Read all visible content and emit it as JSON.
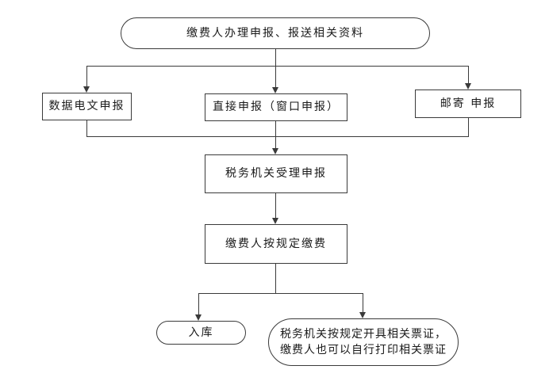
{
  "flowchart": {
    "start": "缴费人办理申报、报送相关资料",
    "channel_electronic": "数据电文申报",
    "channel_direct": "直接申报（窗口申报）",
    "channel_mail": "邮寄 申报",
    "accept": "税务机关受理申报",
    "pay": "缴费人按规定缴费",
    "treasury": "入库",
    "receipt_line1": "税务机关按规定开具相关票证，",
    "receipt_line2": "缴费人也可以自行打印相关票证"
  },
  "colors": {
    "line": "#3a3a3a",
    "border": "#3a3a3a",
    "background": "#ffffff",
    "text": "#1a1a1a"
  }
}
